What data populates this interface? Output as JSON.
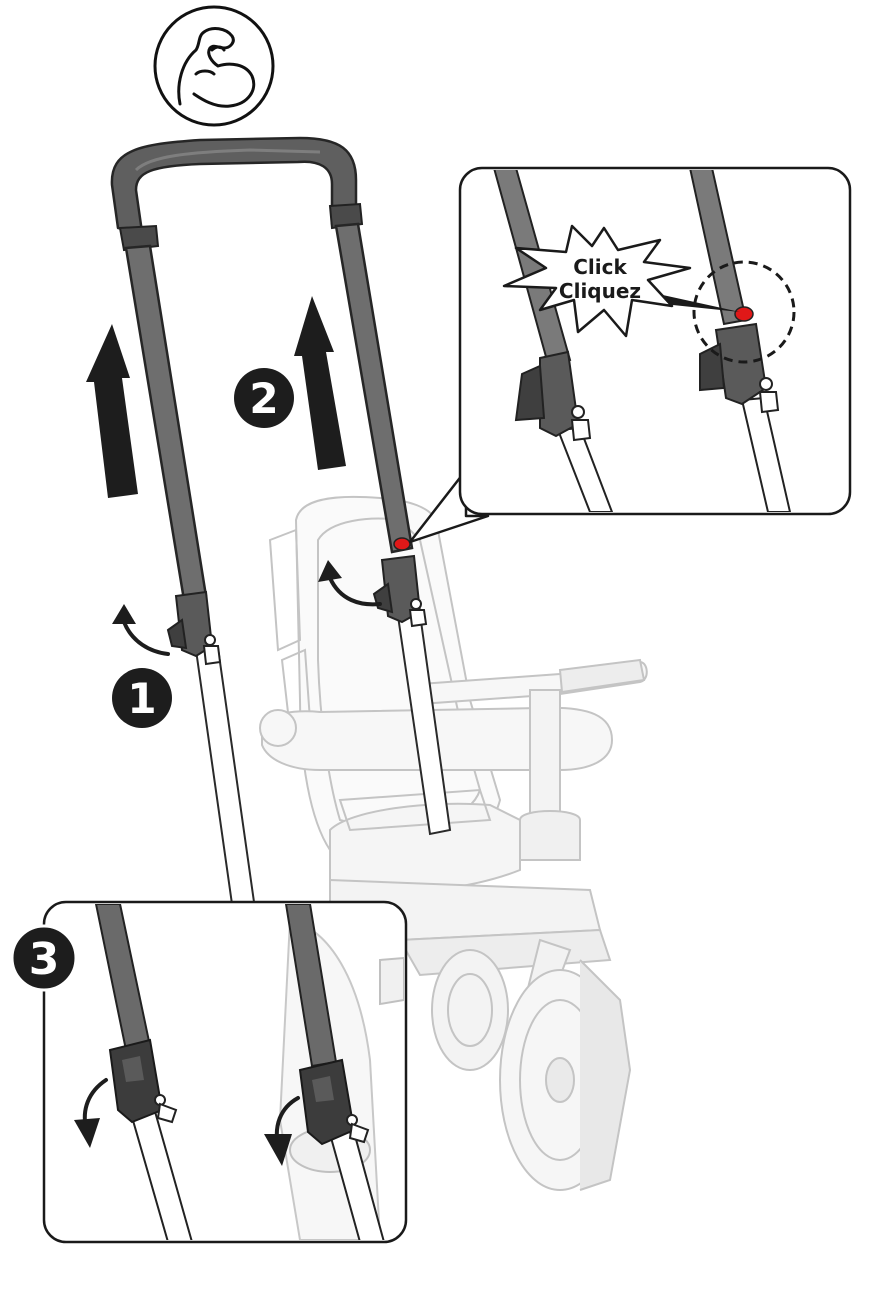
{
  "callout": {
    "line1": "Click",
    "line2": "Cliquez"
  },
  "steps": {
    "one": "1",
    "two": "2",
    "three": "3"
  },
  "icons": {
    "strength": "flexed-arm-icon",
    "arrows": [
      "up-arrow-icon",
      "curved-arrow-icon",
      "down-curved-arrow-icon"
    ]
  },
  "colors": {
    "handle_dark": "#5e5e5e",
    "handle_stroke": "#2a2a2a",
    "frame_light": "#dcdcdc",
    "arrow": "#1d1d1d",
    "lock_dot": "#e01818",
    "clip_dark": "#3f3f3f"
  }
}
